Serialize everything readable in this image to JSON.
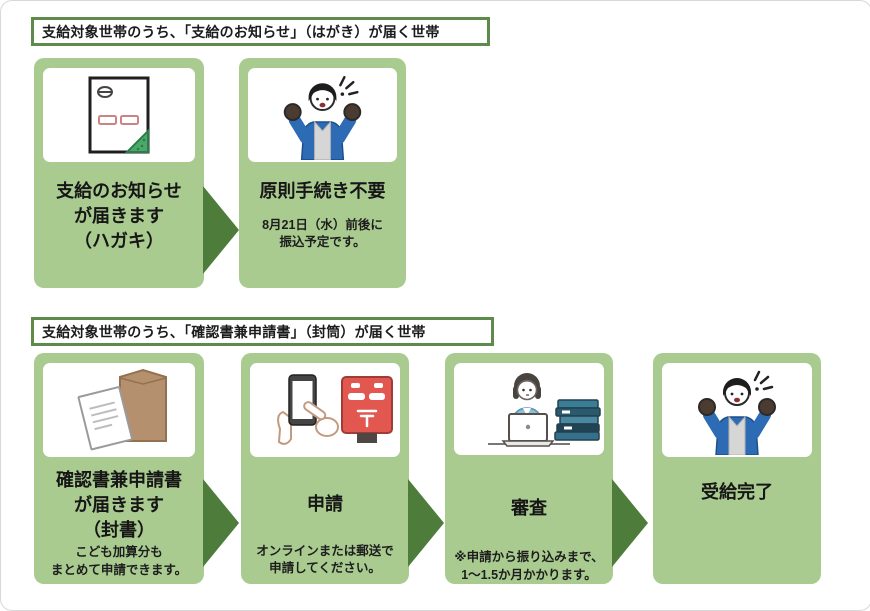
{
  "colors": {
    "card_bg": "#a9cb90",
    "arrow_green": "#4e7c3b",
    "header_border": "#5e8b49",
    "postbox_red": "#e25750",
    "envelope_brown": "#b5906e",
    "jacket_blue": "#2d6cb5",
    "cardigan_light_blue": "#8bc0d8",
    "fold_green": "#49a86a"
  },
  "sections": [
    {
      "header": "支給対象世帯のうち、「支給のお知らせ」（はがき）が届く世帯",
      "cards": [
        {
          "icon": "postcard-icon",
          "title": "支給のお知らせ\nが届きます\n（ハガキ）",
          "note": ""
        },
        {
          "icon": "cheering-person-icon",
          "title": "原則手続き不要",
          "note": "8月21日（水）前後に\n振込予定です。"
        }
      ]
    },
    {
      "header": "支給対象世帯のうち、「確認書兼申請書」（封筒）が届く世帯",
      "cards": [
        {
          "icon": "envelope-documents-icon",
          "title": "確認書兼申請書\nが届きます\n（封書）",
          "note": "こども加算分も\nまとめて申請できます。"
        },
        {
          "icon": "phone-postbox-icon",
          "title": "申請",
          "note": "オンラインまたは郵送で\n申請してください。"
        },
        {
          "icon": "examiner-books-icon",
          "title": "審査",
          "note": "※申請から振り込みまで、\n1〜1.5か月かかります。"
        },
        {
          "icon": "cheering-person-icon",
          "title": "受給完了",
          "note": ""
        }
      ]
    }
  ]
}
